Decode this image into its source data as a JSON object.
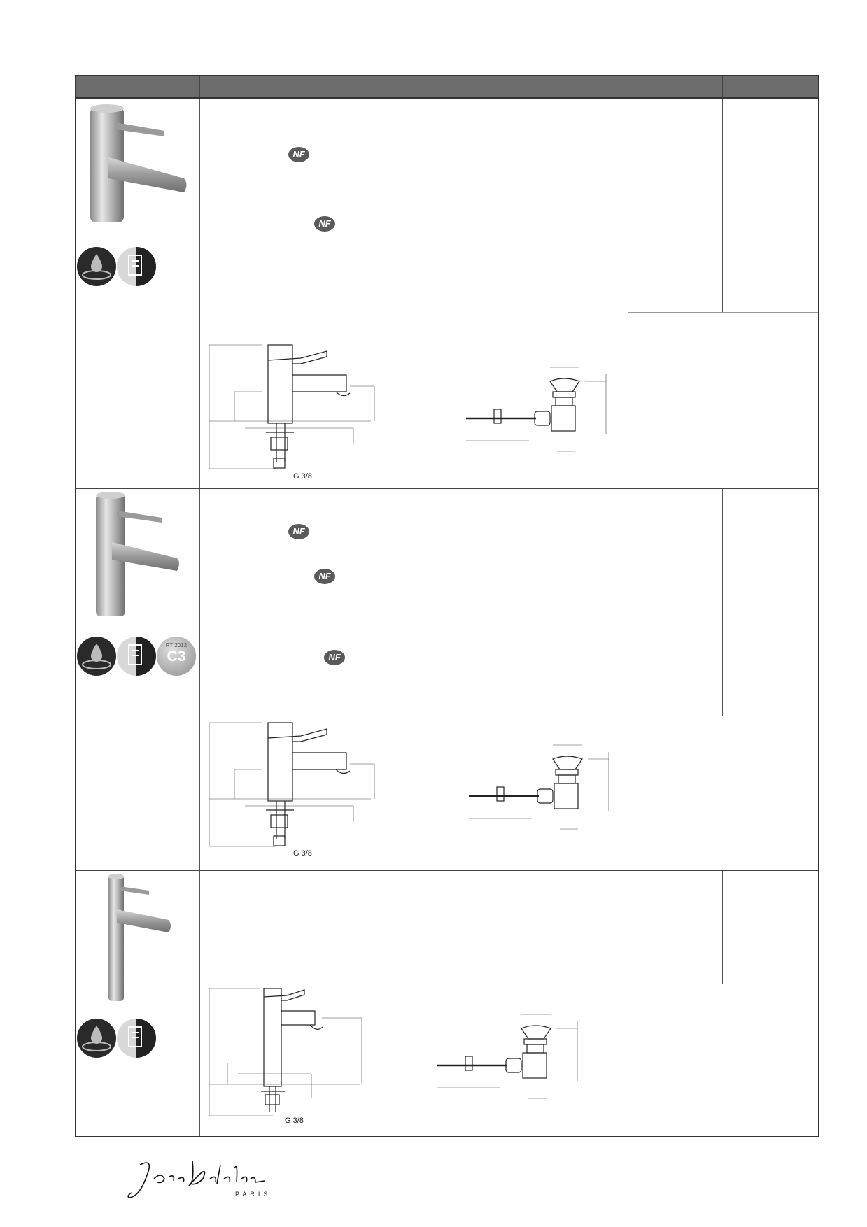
{
  "table": {
    "header_labels": [
      "",
      "",
      "",
      ""
    ]
  },
  "rows": [
    {
      "certifications": [
        "NF",
        "NF"
      ],
      "badges": [
        "water-saving-icon",
        "energy-class-icon"
      ],
      "connection_label": "G 3/8"
    },
    {
      "certifications": [
        "NF",
        "NF",
        "NF"
      ],
      "badges": [
        "water-saving-icon",
        "energy-class-icon",
        "rt2012-c3-icon"
      ],
      "badge_text": {
        "rt": "RT 2012",
        "c3": "C3"
      },
      "connection_label": "G 3/8"
    },
    {
      "certifications": [],
      "badges": [
        "water-saving-icon",
        "energy-class-icon"
      ],
      "connection_label": "G 3/8"
    }
  ],
  "brand": {
    "signature": "Jacob Delafon",
    "subtitle": "PARIS"
  },
  "colors": {
    "header_bg": "#6d6d6d",
    "border": "#333333",
    "chrome": "#b8b8b8",
    "badge_dark": "#2a2a2a"
  }
}
